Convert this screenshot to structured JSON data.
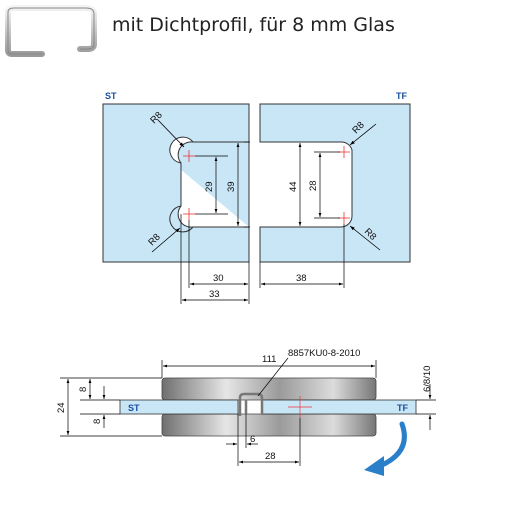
{
  "title": "mit  Dichtprofil, für 8 mm Glas",
  "top_view": {
    "left_label": "ST",
    "right_label": "TF",
    "radius_labels": [
      "R8",
      "R8",
      "R8",
      "R8"
    ],
    "dims": {
      "left_inner_height": "29",
      "left_outer_height": "39",
      "right_outer_height": "44",
      "right_inner_height": "28",
      "left_width_30": "30",
      "left_width_33": "33",
      "right_width_38": "38"
    }
  },
  "side_view": {
    "left_label": "ST",
    "right_label": "TF",
    "part_number": "8857KU0-8-2010",
    "dims": {
      "width_111": "111",
      "height_24": "24",
      "upper_8": "8",
      "lower_8": "8",
      "glass_thickness": "6/8/10",
      "gap_6": "6",
      "offset_28": "28"
    }
  },
  "colors": {
    "glass": "#c9e6f7",
    "label_blue": "#1a4fa0",
    "arrow_blue": "#2a7fc9",
    "metal": "#8a8a8a"
  }
}
